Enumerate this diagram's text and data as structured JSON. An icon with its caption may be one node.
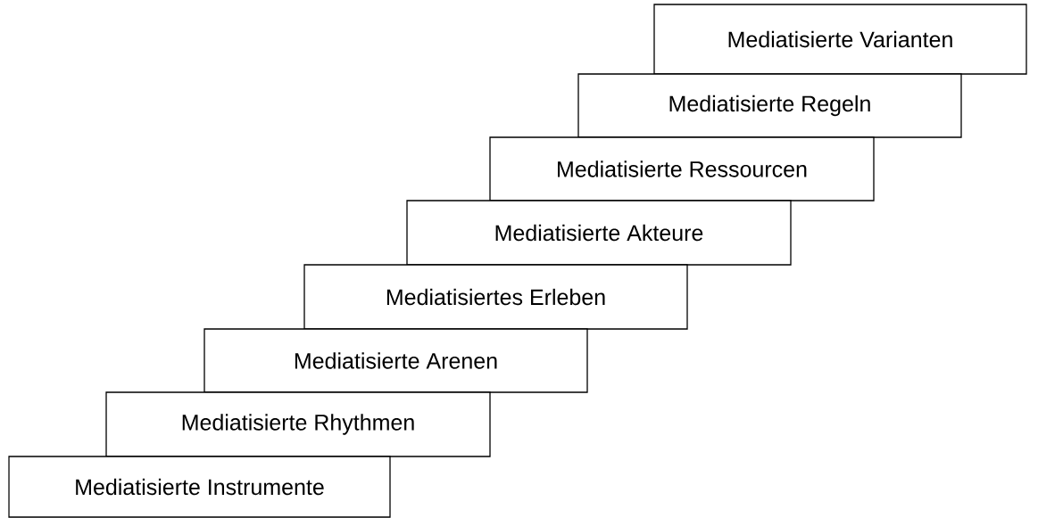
{
  "diagram": {
    "nodes": [
      {
        "text": [
          "Mediatisierte Varianten"
        ]
      },
      {
        "text": [
          "Mediatisierte Regeln"
        ]
      },
      {
        "text": [
          "Mediatisierte Ressourcen"
        ]
      },
      {
        "text": [
          "Mediatisierte Akteure"
        ]
      },
      {
        "text": [
          "Mediatisiertes Erleben"
        ]
      },
      {
        "text": [
          "Mediatisierte Arenen"
        ]
      },
      {
        "text": [
          "Mediatisierte Rhythmen"
        ]
      },
      {
        "text": [
          "Mediatisierte Instrumente"
        ]
      }
    ]
  }
}
